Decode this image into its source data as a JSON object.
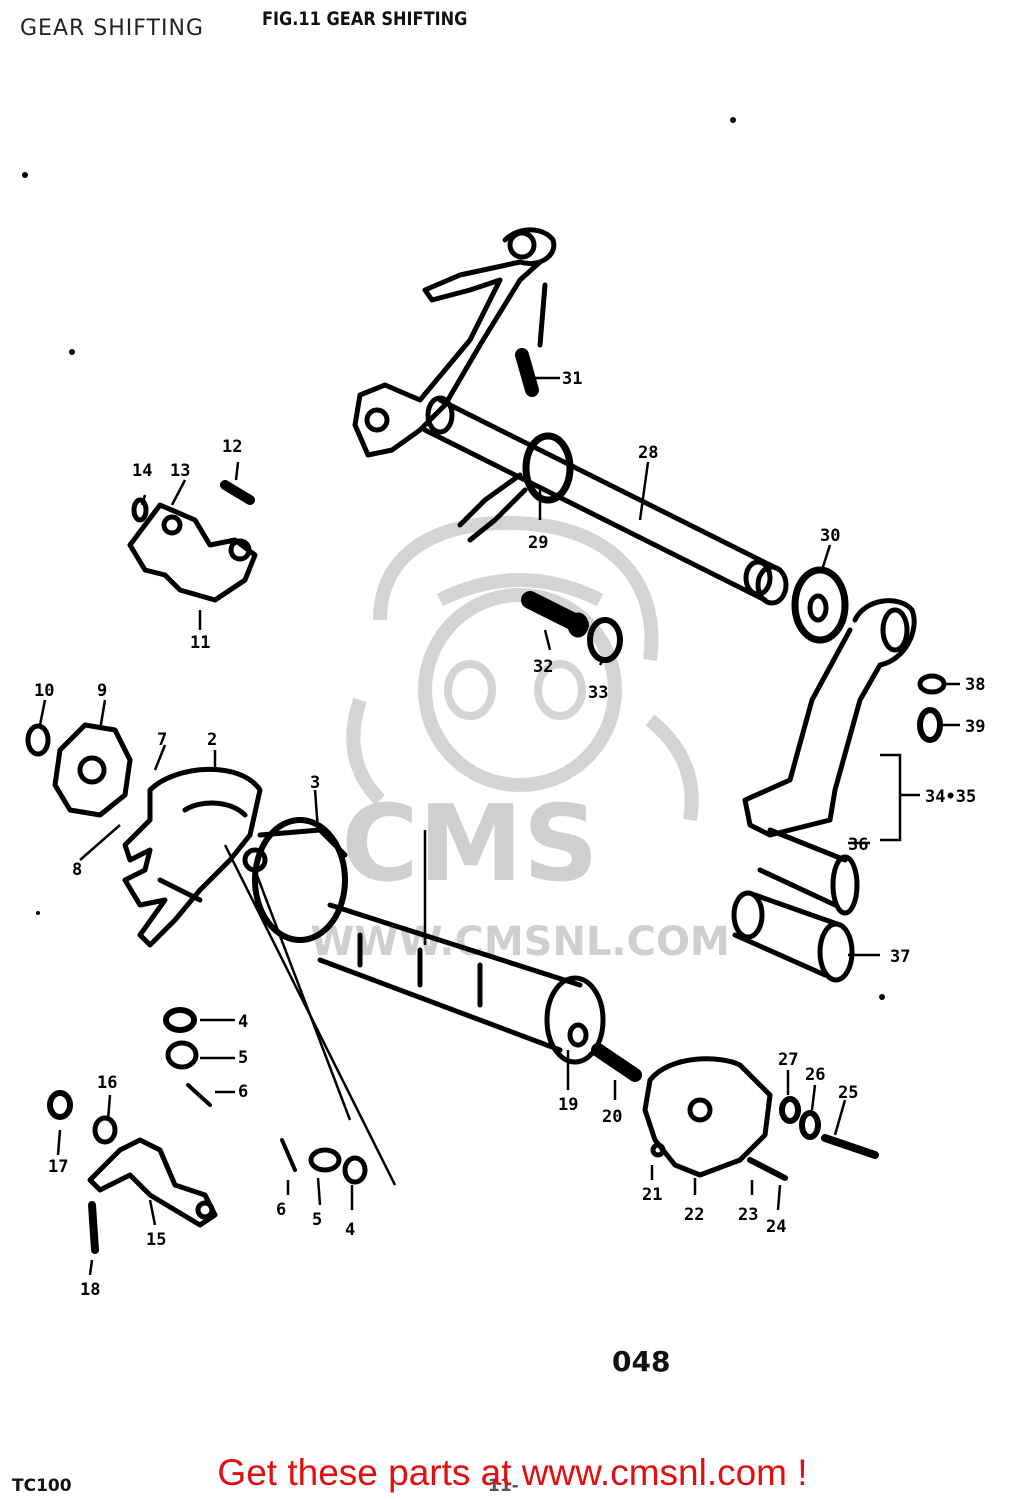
{
  "header": {
    "page_title": "GEAR SHIFTING",
    "figure_title": "FIG.11  GEAR SHIFTING"
  },
  "diagram": {
    "part_numbers": [
      "2",
      "3",
      "4",
      "5",
      "6",
      "7",
      "8",
      "9",
      "10",
      "11",
      "12",
      "13",
      "14",
      "15",
      "16",
      "17",
      "18",
      "19",
      "20",
      "21",
      "22",
      "23",
      "24",
      "25",
      "26",
      "27",
      "28",
      "29",
      "30",
      "31",
      "32",
      "33",
      "34•35",
      "36",
      "37",
      "38",
      "39"
    ],
    "diagram_code": "048",
    "model_code": "TC100",
    "page_mark": "11-"
  },
  "watermark": {
    "brand": "CMS",
    "url": "WWW.CMSNL.COM"
  },
  "footer": {
    "cta_text": "Get these parts at www.cmsnl.com !"
  },
  "colors": {
    "cta": "#e01010",
    "ink": "#000000",
    "watermark": "#d0d0d0"
  }
}
